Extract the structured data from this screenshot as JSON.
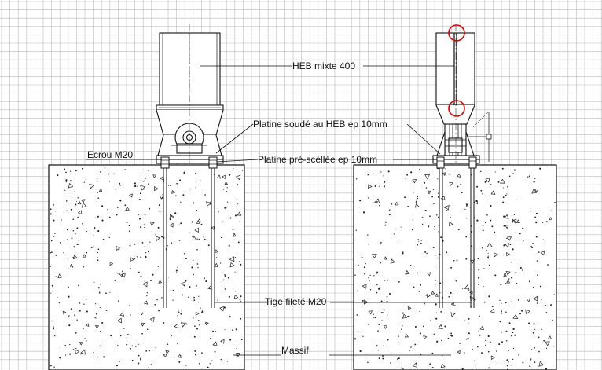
{
  "drawing": {
    "labels": {
      "heb": "HEB mixte 400",
      "platine_soude": "Platine soudé au HEB ep 10mm",
      "ecrou": "Ecrou M20",
      "platine_prescellee": "Platine pré-scéllée ep 10mm",
      "tige": "Tige fileté M20",
      "massif": "Massif"
    },
    "colors": {
      "grid": "#b9b9b9",
      "ink": "#111111",
      "highlight": "#e00000",
      "paper": "#ffffff"
    }
  }
}
